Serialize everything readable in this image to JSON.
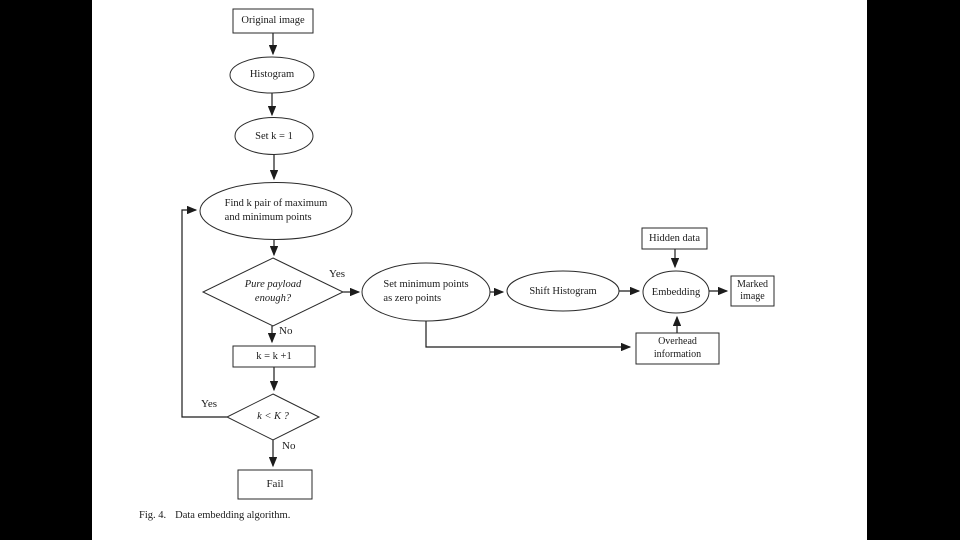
{
  "figure": {
    "caption_label": "Fig. 4.",
    "caption_text": "Data embedding algorithm."
  },
  "nodes": {
    "original_image": {
      "label": "Original image"
    },
    "histogram": {
      "label": "Histogram"
    },
    "set_k": {
      "label": "Set k = 1"
    },
    "find_k_pair": {
      "line1": "Find k pair of maximum",
      "line2": "and minimum points"
    },
    "payload_enough": {
      "line1": "Pure payload",
      "line2": "enough?"
    },
    "set_min_points": {
      "line1": "Set minimum points",
      "line2": "as zero points"
    },
    "shift_histogram": {
      "label": "Shift Histogram"
    },
    "embedding": {
      "label": "Embedding"
    },
    "hidden_data": {
      "label": "Hidden data"
    },
    "marked_image": {
      "line1": "Marked",
      "line2": "image"
    },
    "overhead_info": {
      "line1": "Overhead",
      "line2": "information"
    },
    "k_increment": {
      "label": "k = k +1"
    },
    "k_condition": {
      "label": "k < K ?"
    },
    "fail": {
      "label": "Fail"
    }
  },
  "edge_labels": {
    "payload_yes": "Yes",
    "payload_no": "No",
    "loop_yes": "Yes",
    "k_no": "No"
  },
  "colors": {
    "line": "#1c1c1c",
    "page_background": "#ffffff",
    "frame": "#000000"
  }
}
